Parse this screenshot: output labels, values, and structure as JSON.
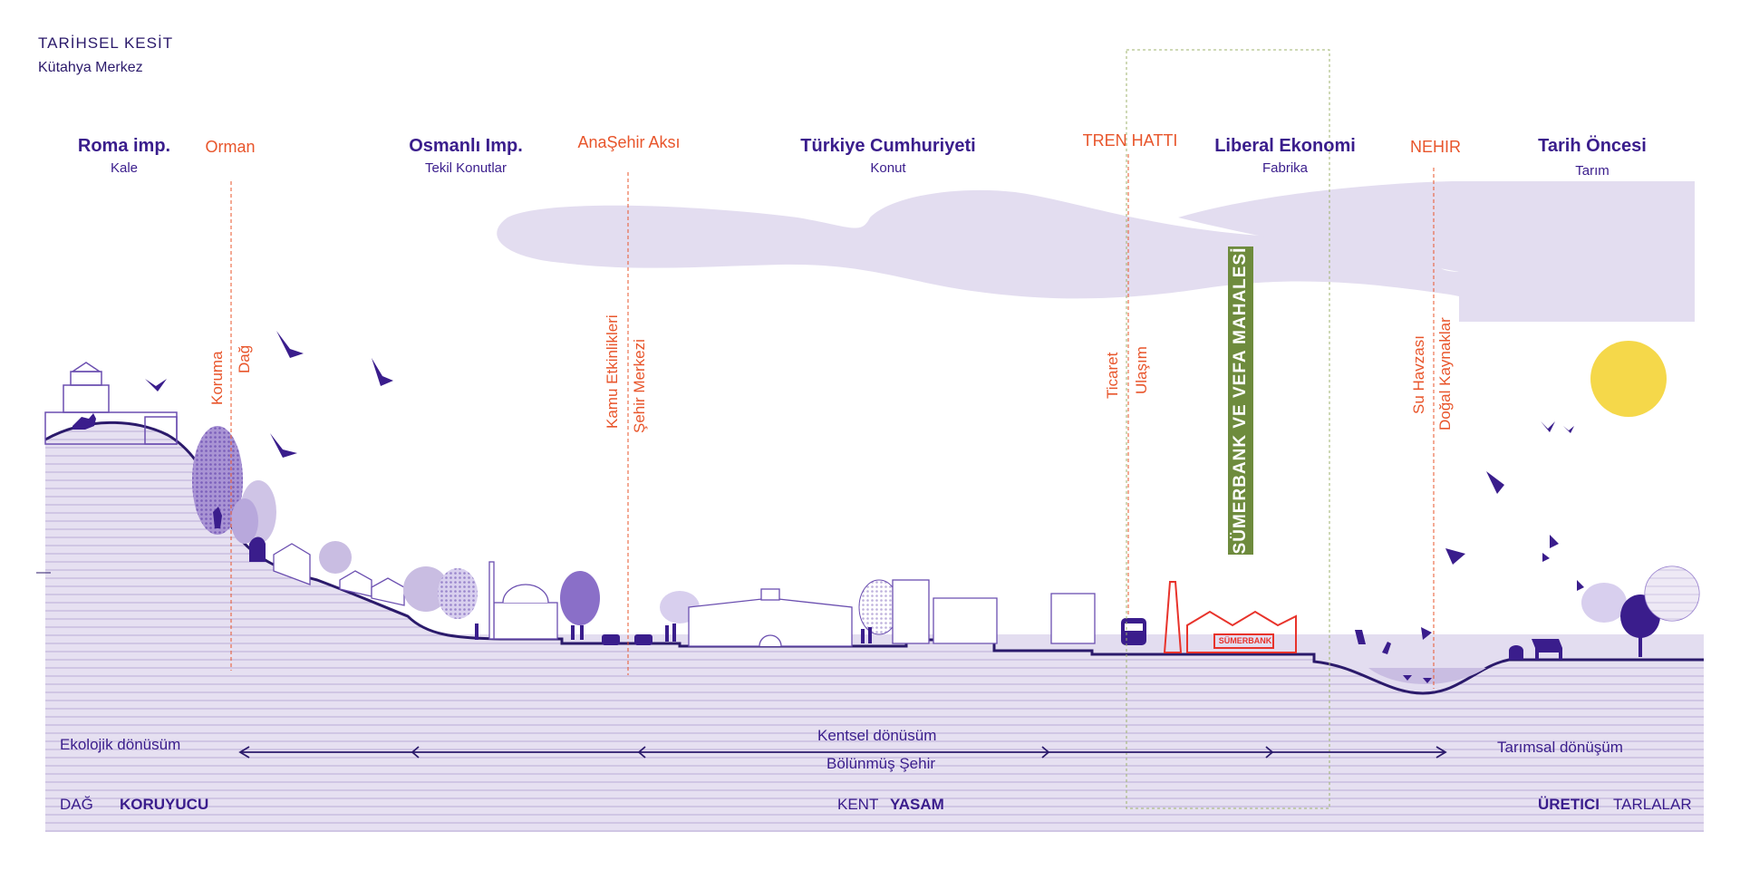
{
  "header": {
    "title": "TARİHSEL KESİT",
    "subtitle": "Kütahya Merkez"
  },
  "eras": [
    {
      "title": "Roma imp.",
      "sub": "Kale"
    },
    {
      "title": "Osmanlı Imp.",
      "sub": "Tekil Konutlar"
    },
    {
      "title": "Türkiye Cumhuriyeti",
      "sub": "Konut"
    },
    {
      "title": "Liberal Ekonomi",
      "sub": "Fabrika"
    },
    {
      "title": "Tarih Öncesi",
      "sub": "Tarım"
    }
  ],
  "axes": [
    {
      "title": "Orman",
      "labels": [
        "Koruma",
        "Dağ"
      ]
    },
    {
      "title": "AnaŞehir Aksı",
      "labels": [
        "Kamu Etkinlikleri",
        "Şehir Merkezi"
      ]
    },
    {
      "title": "TREN HATTI",
      "labels": [
        "Ticaret",
        "Ulaşım"
      ]
    },
    {
      "title": "NEHIR",
      "labels": [
        "Su Havzası",
        "Doğal Kaynaklar"
      ]
    }
  ],
  "highlight": {
    "label": "SÜMERBANK VE VEFA MAHALESİ",
    "factory_sign": "SÜMERBANK"
  },
  "transformations": {
    "left": "Ekolojik dönüsüm",
    "center_top": "Kentsel dönüsüm",
    "center_bottom": "Bölünmüş Şehir",
    "right": "Tarımsal dönüşüm"
  },
  "zones": {
    "left_light": "DAĞ",
    "left_bold": "KORUYUCU",
    "center_light": "KENT",
    "center_bold": "YASAM",
    "right_bold": "ÜRETICI",
    "right_light": "TARLALAR"
  },
  "colors": {
    "purple": "#3a1d8c",
    "lavender": "#e3ddf0",
    "orange": "#e8552b",
    "green": "#6e8b3d",
    "sun": "#f5d84a",
    "factory_red": "#e8332b"
  }
}
